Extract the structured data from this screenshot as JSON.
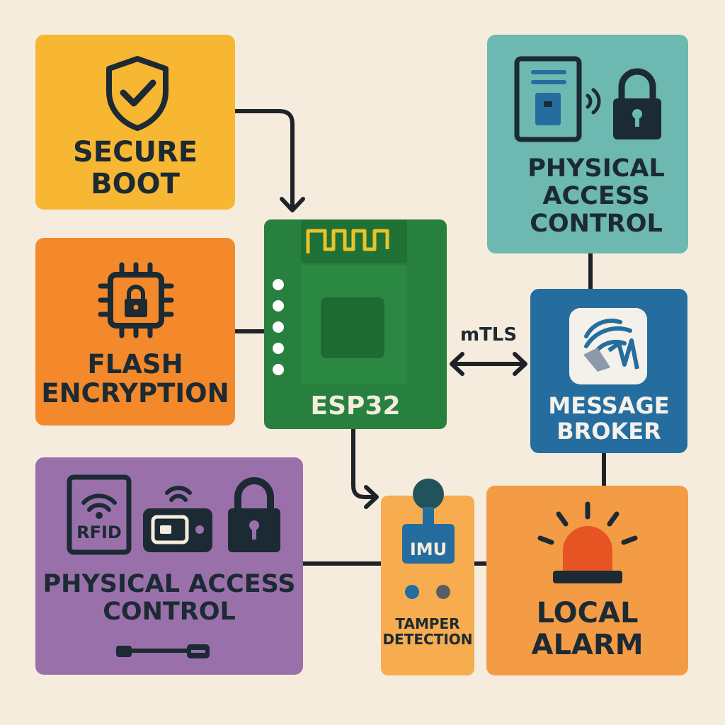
{
  "colors": {
    "background": "#f6ecdd",
    "secure_boot": "#f7b733",
    "flash_encryption": "#f3892b",
    "esp32": "#27803e",
    "access_control_top": "#6db8b0",
    "message_broker": "#256d9e",
    "access_control_bottom": "#9a70ab",
    "tamper_detection": "#f6ac4f",
    "local_alarm": "#f49b45",
    "line": "#1f2328",
    "antenna": "#e8c32a"
  },
  "nodes": {
    "secure_boot": {
      "label": "SECURE\nBOOT",
      "icon": "shield-check-icon"
    },
    "flash_encryption": {
      "label": "FLASH\nENCRYPTION",
      "icon": "chip-lock-icon"
    },
    "esp32": {
      "label": "ESP32",
      "icon": "esp32-module-icon"
    },
    "access_control_top": {
      "label": "PHYSICAL\nACCESS\nCONTROL",
      "icon": "nfc-reader-lock-icon"
    },
    "message_broker": {
      "label": "MESSAGE\nBROKER",
      "icon": "broker-logo-icon"
    },
    "access_control_bottom": {
      "label": "PHYSICAL ACCESS\nCONTROL",
      "rfid_text": "RFID",
      "icon": "rfid-card-lock-icon"
    },
    "tamper_detection": {
      "label": "TAMPER\nDETECTION",
      "imu_text": "IMU",
      "icon": "imu-sensor-icon"
    },
    "local_alarm": {
      "label": "LOCAL\nALARM",
      "icon": "siren-icon"
    }
  },
  "connections": {
    "esp32_broker_label": "mTLS"
  }
}
